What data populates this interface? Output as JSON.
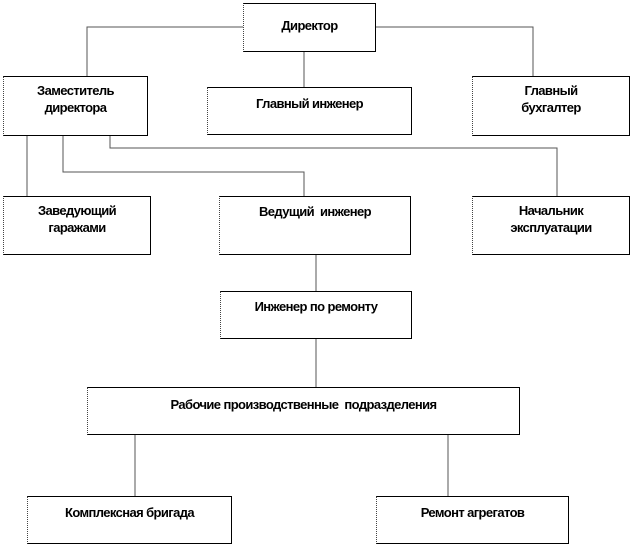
{
  "nodes": {
    "director": "Директор",
    "deputy_l1": "Заместитель",
    "deputy_l2": "директора",
    "chief_engineer": "Главный инженер",
    "chief_accountant_l1": "Главный",
    "chief_accountant_l2": "бухгалтер",
    "garage_head_l1": "Заведующий",
    "garage_head_l2": "гаражами",
    "lead_engineer": "Ведущий  инженер",
    "operations_head_l1": "Начальник",
    "operations_head_l2": "эксплуатации",
    "repair_engineer": "Инженер по ремонту",
    "production_units": "Рабочие производственные  подразделения",
    "complex_brigade": "Комплексная бригада",
    "unit_repair": "Ремонт агрегатов"
  }
}
